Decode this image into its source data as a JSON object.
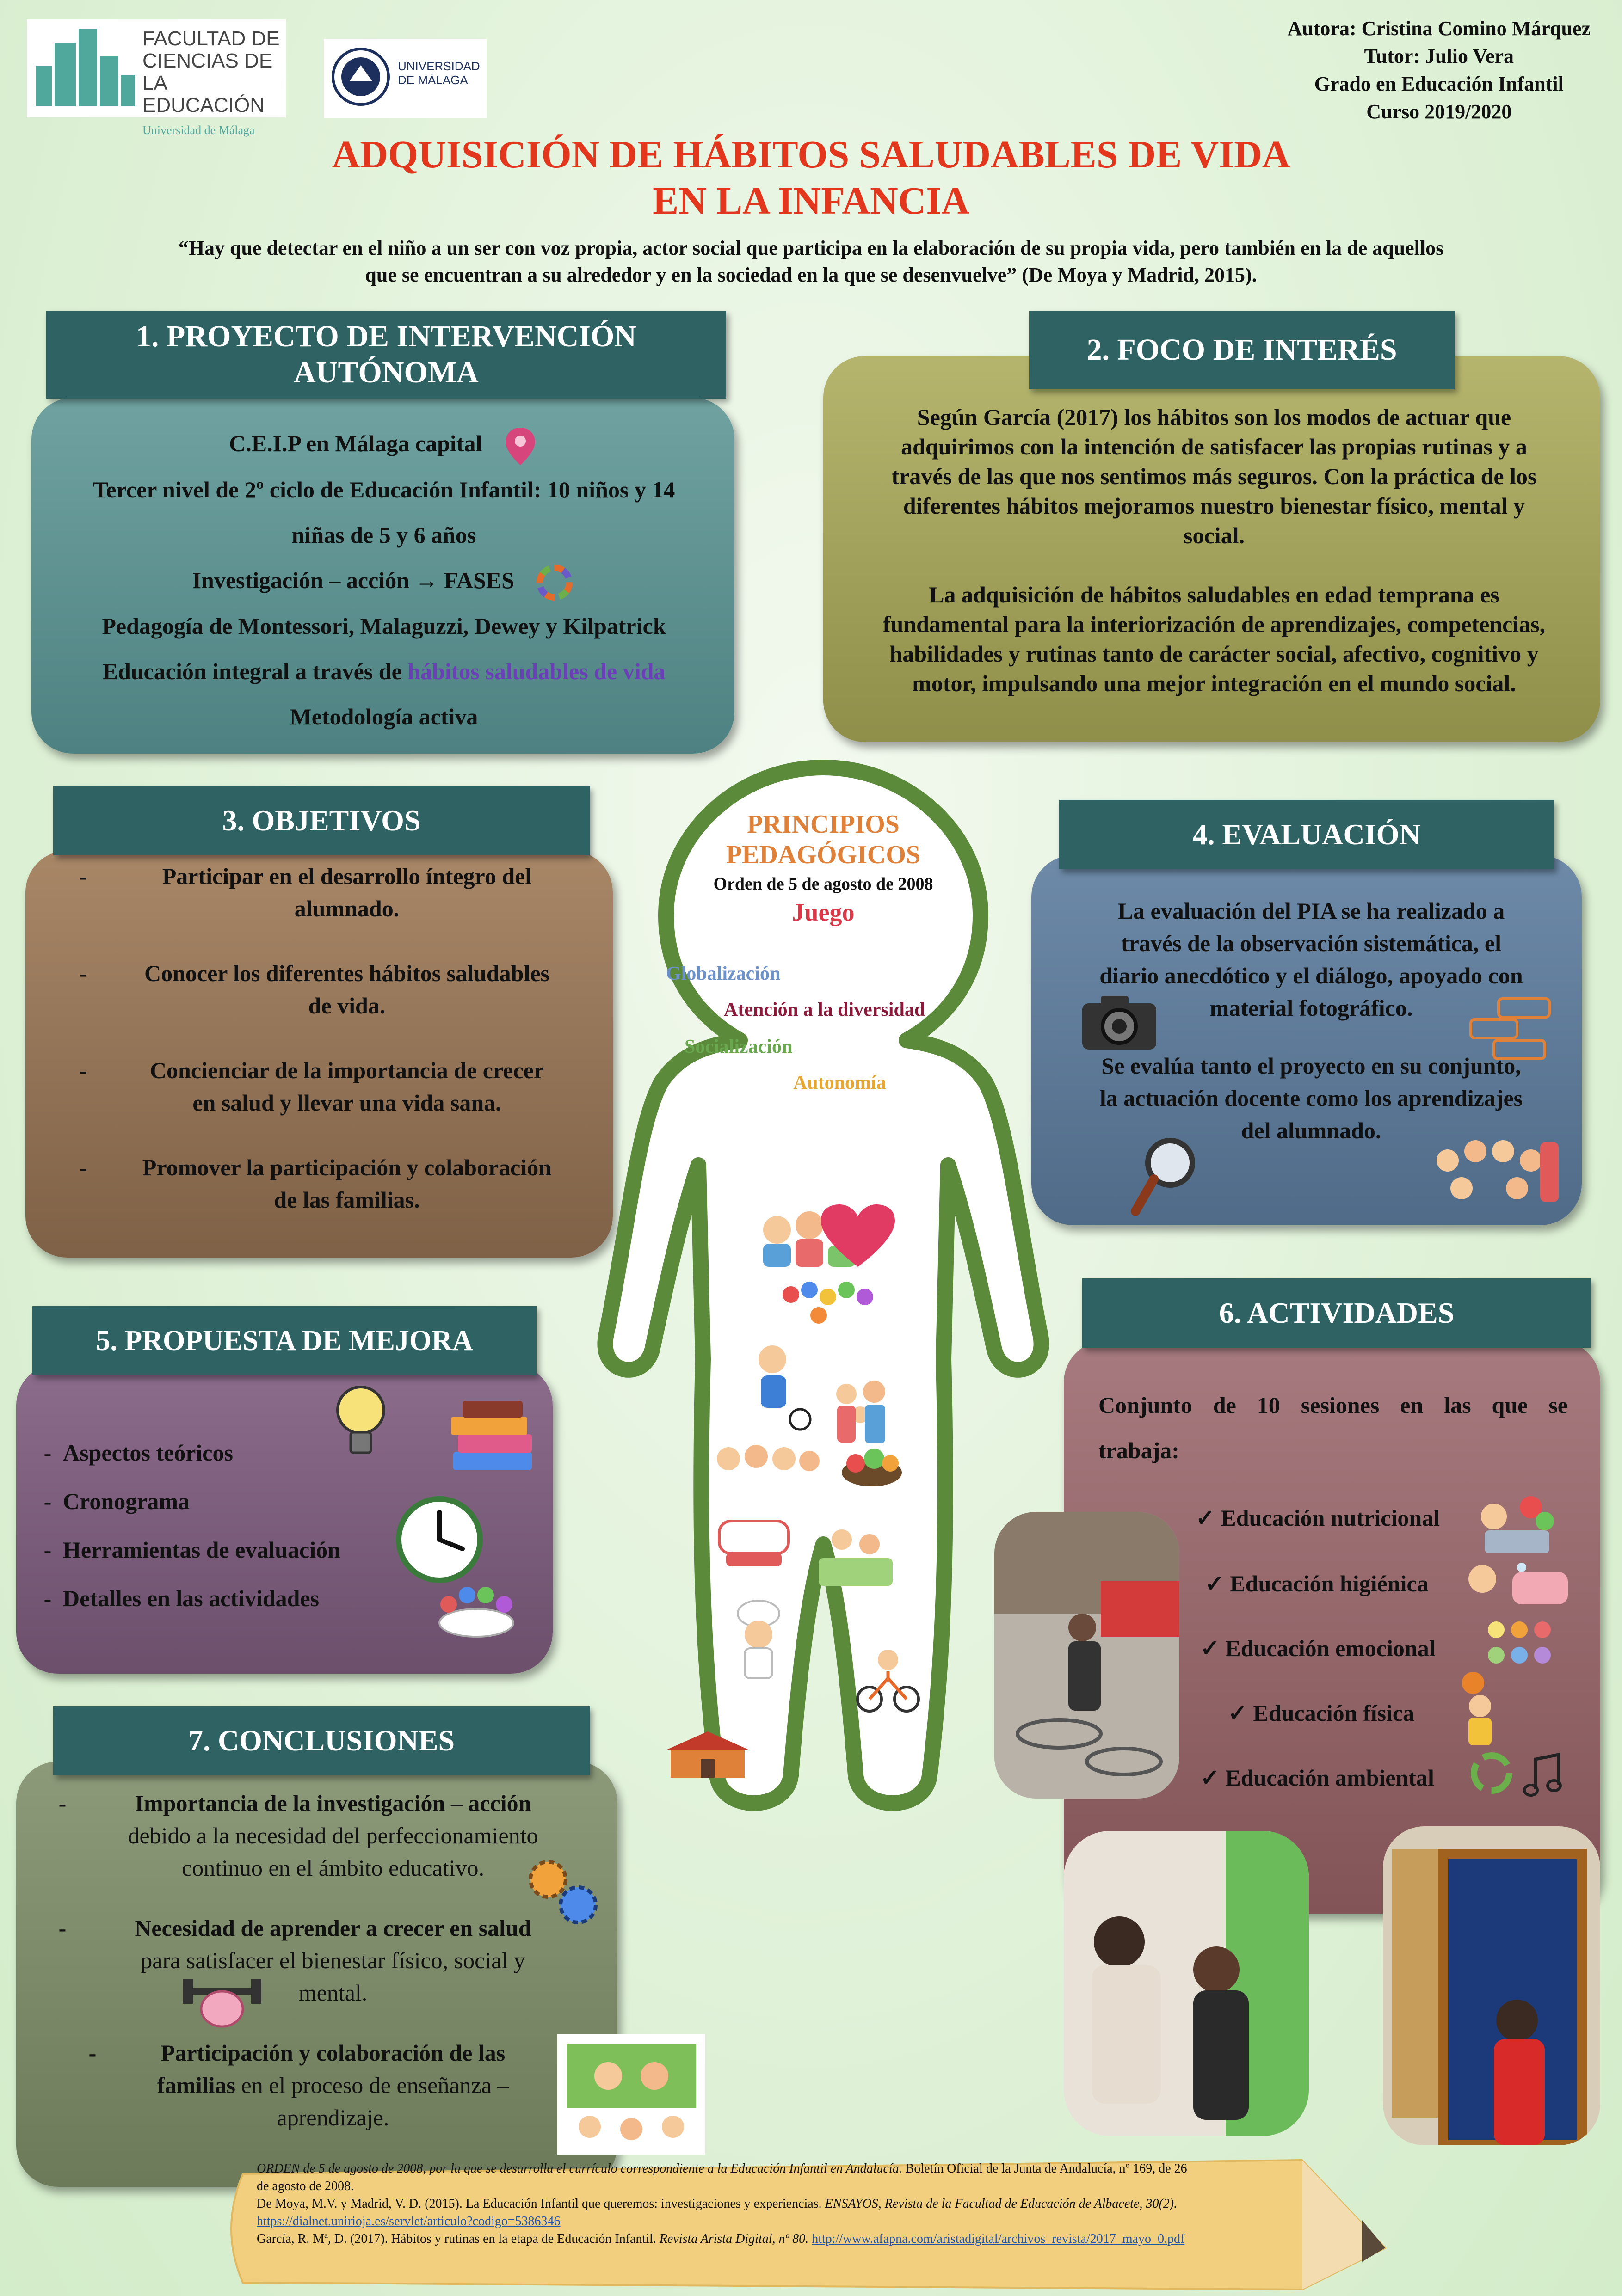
{
  "header": {
    "faculty_logo_lines": [
      "FACULTAD DE",
      "CIENCIAS DE",
      "LA EDUCACIÓN"
    ],
    "faculty_logo_sub": "Universidad de Málaga",
    "uma_logo_lines": [
      "UNIVERSIDAD",
      "DE MÁLAGA"
    ],
    "authors": [
      "Autora: Cristina Comino Márquez",
      "Tutor: Julio Vera",
      "Grado en Educación Infantil",
      "Curso 2019/2020"
    ],
    "title_line1": "ADQUISICIÓN DE HÁBITOS SALUDABLES  DE VIDA",
    "title_line2": "EN LA INFANCIA",
    "quote_line1": "“Hay que detectar en el niño a un ser con voz propia, actor social que participa en la elaboración de su propia vida, pero también en la de aquellos",
    "quote_line2": "que se encuentran a su alrededor y en la sociedad en la que se desenvuelve” (De Moya y Madrid, 2015)."
  },
  "section1": {
    "title_line1": "1. PROYECTO DE INTERVENCIÓN",
    "title_line2": "AUTÓNOMA",
    "line1": "C.E.I.P  en Málaga capital",
    "line2": "Tercer nivel de 2º ciclo de Educación Infantil: 10 niños y 14",
    "line3": "niñas de 5 y 6 años",
    "line4": "Investigación – acción → FASES",
    "line5": "Pedagogía de Montessori, Malaguzzi, Dewey y Kilpatrick",
    "line6_a": "Educación integral a través de ",
    "line6_b": "hábitos saludables de vida",
    "line7": "Metodología activa",
    "accent_color": "#6a3fb8"
  },
  "section2": {
    "title": "2. FOCO DE INTERÉS",
    "para1": [
      "Según García (2017) los hábitos son los modos de actuar que",
      "adquirimos con la intención de satisfacer las propias rutinas y a",
      "través de las que nos sentimos más seguros. Con la práctica de los",
      "diferentes hábitos mejoramos nuestro bienestar físico, mental y",
      "social."
    ],
    "para2": [
      "La adquisición de hábitos saludables en edad temprana es",
      "fundamental para la interiorización de aprendizajes, competencias,",
      "habilidades y rutinas tanto de carácter social, afectivo, cognitivo y",
      "motor, impulsando una mejor integración en el mundo social."
    ]
  },
  "section3": {
    "title": "3. OBJETIVOS",
    "items": [
      {
        "dash": "-",
        "line1": "Participar en el desarrollo íntegro del",
        "line2": "alumnado."
      },
      {
        "dash": "-",
        "line1": "Conocer los diferentes hábitos saludables",
        "line2": "de vida."
      },
      {
        "dash": "-",
        "line1": "Concienciar de la importancia de crecer",
        "line2": "en salud y llevar una vida sana."
      },
      {
        "dash": "-",
        "line1": "Promover la participación y colaboración",
        "line2": "de las familias."
      }
    ]
  },
  "principios": {
    "title_line1": "PRINCIPIOS",
    "title_line2": "PEDAGÓGICOS",
    "order": "Orden de 5 de agosto de 2008",
    "p1": "Juego",
    "p2": "Globalización",
    "p3": "Atención a la diversidad",
    "p4": "Socialización",
    "p5": "Autonomía",
    "colors": {
      "title": "#e0813a",
      "juego": "#d93a4a",
      "globalizacion": "#6d92c9",
      "diversidad": "#8a1a3a",
      "socializacion": "#6aa84f",
      "autonomia": "#e6a833",
      "outline": "#5a8a3a"
    }
  },
  "section4": {
    "title": "4. EVALUACIÓN",
    "para1": [
      "La evaluación del PIA se ha realizado a",
      "través de la observación sistemática, el",
      "diario anecdótico y el diálogo, apoyado con",
      "material fotográfico."
    ],
    "para2": [
      "Se evalúa tanto el proyecto en su conjunto,",
      "la actuación docente como los aprendizajes",
      "del alumnado."
    ]
  },
  "section5": {
    "title": "5. PROPUESTA DE MEJORA",
    "items": [
      "Aspectos teóricos",
      "Cronograma",
      "Herramientas de evaluación",
      "Detalles en las actividades"
    ],
    "dash": "-"
  },
  "section6": {
    "title": "6. ACTIVIDADES",
    "intro_line1": "Conjunto de 10 sesiones en las que se",
    "intro_line2": "trabaja:",
    "items": [
      "Educación nutricional",
      "Educación higiénica",
      "Educación emocional",
      "Educación física",
      "Educación ambiental"
    ],
    "check": "✓"
  },
  "section7": {
    "title": "7. CONCLUSIONES",
    "items": [
      {
        "bold": "Importancia de la investigación – acción",
        "rest1": "debido a la necesidad del perfeccionamiento",
        "rest2": "continuo en el ámbito educativo."
      },
      {
        "bold": "Necesidad de aprender a crecer en salud",
        "rest1": "para satisfacer el bienestar físico, social y",
        "rest2": "mental."
      },
      {
        "bold1": "Participación y colaboración de las",
        "bold2": "familias",
        "rest1": " en el proceso de enseñanza –",
        "rest2": "aprendizaje."
      }
    ]
  },
  "references": {
    "r1a": "ORDEN de 5 de agosto de 2008, por la que se desarrolla el currículo correspondiente a la Educación Infantil en Andalucía.",
    "r1b": " Boletín Oficial de la Junta de Andalucía, nº 169, de 26",
    "r1c": "de agosto de 2008.",
    "r2a": "De Moya, M.V. y Madrid, V. D. (2015). La Educación Infantil que queremos: investigaciones y experiencias. ",
    "r2b": "ENSAYOS, Revista de la Facultad de Educación de Albacete, 30(2).",
    "r2url": "https://dialnet.unirioja.es/servlet/articulo?codigo=5386346",
    "r3a": "García, R. Mª, D. (2017). Hábitos y rutinas en la etapa de Educación Infantil. ",
    "r3b": "Revista Arista Digital, nº 80.",
    "r3url": "http://www.afapna.com/aristadigital/archivos_revista/2017_mayo_0.pdf"
  },
  "colors": {
    "header_bar": "#2f6363",
    "title": "#e2361d"
  }
}
